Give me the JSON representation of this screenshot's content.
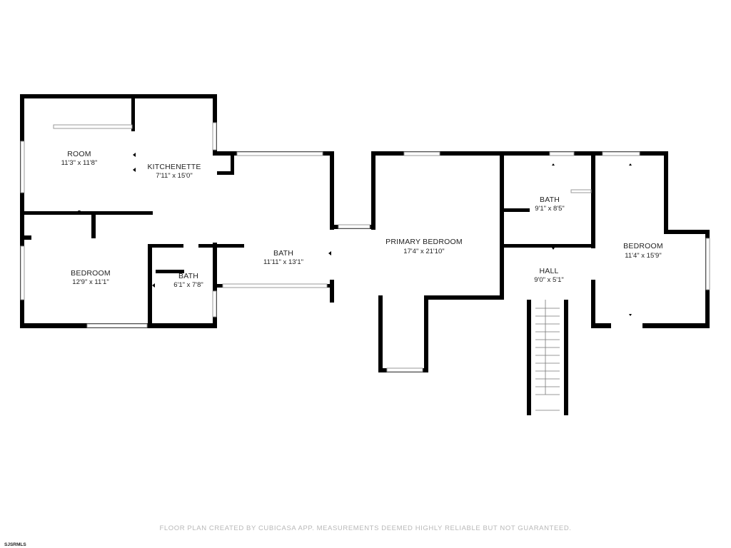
{
  "rooms": [
    {
      "id": "room",
      "name": "ROOM",
      "dims": "11'3\" x 11'8\""
    },
    {
      "id": "kitchenette",
      "name": "KITCHENETTE",
      "dims": "7'11\" x 15'0\""
    },
    {
      "id": "bedroom-1",
      "name": "BEDROOM",
      "dims": "12'9\" x 11'1\""
    },
    {
      "id": "bath-small",
      "name": "BATH",
      "dims": "6'1\" x 7'8\""
    },
    {
      "id": "bath-large",
      "name": "BATH",
      "dims": "11'11\" x 13'1\""
    },
    {
      "id": "primary-bedroom",
      "name": "PRIMARY BEDROOM",
      "dims": "17'4\" x 21'10\""
    },
    {
      "id": "bath-upper",
      "name": "BATH",
      "dims": "9'1\" x 8'5\""
    },
    {
      "id": "hall",
      "name": "HALL",
      "dims": "9'0\" x 5'1\""
    },
    {
      "id": "bedroom-2",
      "name": "BEDROOM",
      "dims": "11'4\" x 15'9\""
    }
  ],
  "footer": "FLOOR PLAN CREATED BY CUBICASA APP. MEASUREMENTS DEEMED HIGHLY RELIABLE BUT NOT GUARANTEED.",
  "watermark": "SJSRMLS",
  "colors": {
    "wall": "#000000",
    "window": "#9a9a9a",
    "text": "#222222",
    "footer": "#b8b8b8"
  }
}
